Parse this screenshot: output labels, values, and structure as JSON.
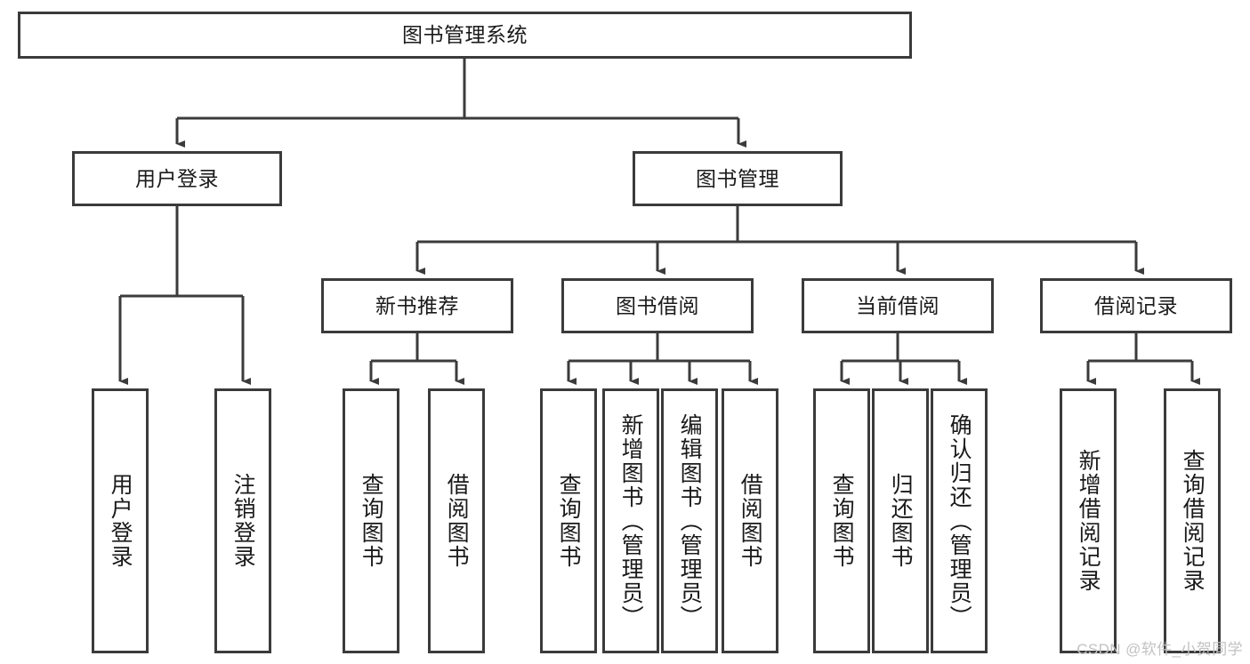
{
  "diagram": {
    "title": "图书管理系统",
    "watermark": "CSDN @软件_小贺同学",
    "stroke_color": "#3b3b3b",
    "text_color": "#1a1a1a",
    "background_color": "#ffffff",
    "root": {
      "label": "图书管理系统"
    },
    "level1": [
      {
        "label": "用户登录"
      },
      {
        "label": "图书管理"
      }
    ],
    "level2": [
      {
        "label": "新书推荐"
      },
      {
        "label": "图书借阅"
      },
      {
        "label": "当前借阅"
      },
      {
        "label": "借阅记录"
      }
    ],
    "leaves": {
      "user_login": [
        {
          "label": "用户登录"
        },
        {
          "label": "注销登录"
        }
      ],
      "new_book": [
        {
          "label": "查询图书"
        },
        {
          "label": "借阅图书"
        }
      ],
      "book_borrow": [
        {
          "label": "查询图书"
        },
        {
          "label": "新增图书（管理员）"
        },
        {
          "label": "编辑图书（管理员）"
        },
        {
          "label": "借阅图书"
        }
      ],
      "current_borrow": [
        {
          "label": "查询图书"
        },
        {
          "label": "归还图书"
        },
        {
          "label": "确认归还（管理员）"
        }
      ],
      "borrow_record": [
        {
          "label": "新增借阅记录"
        },
        {
          "label": "查询借阅记录"
        }
      ]
    }
  }
}
